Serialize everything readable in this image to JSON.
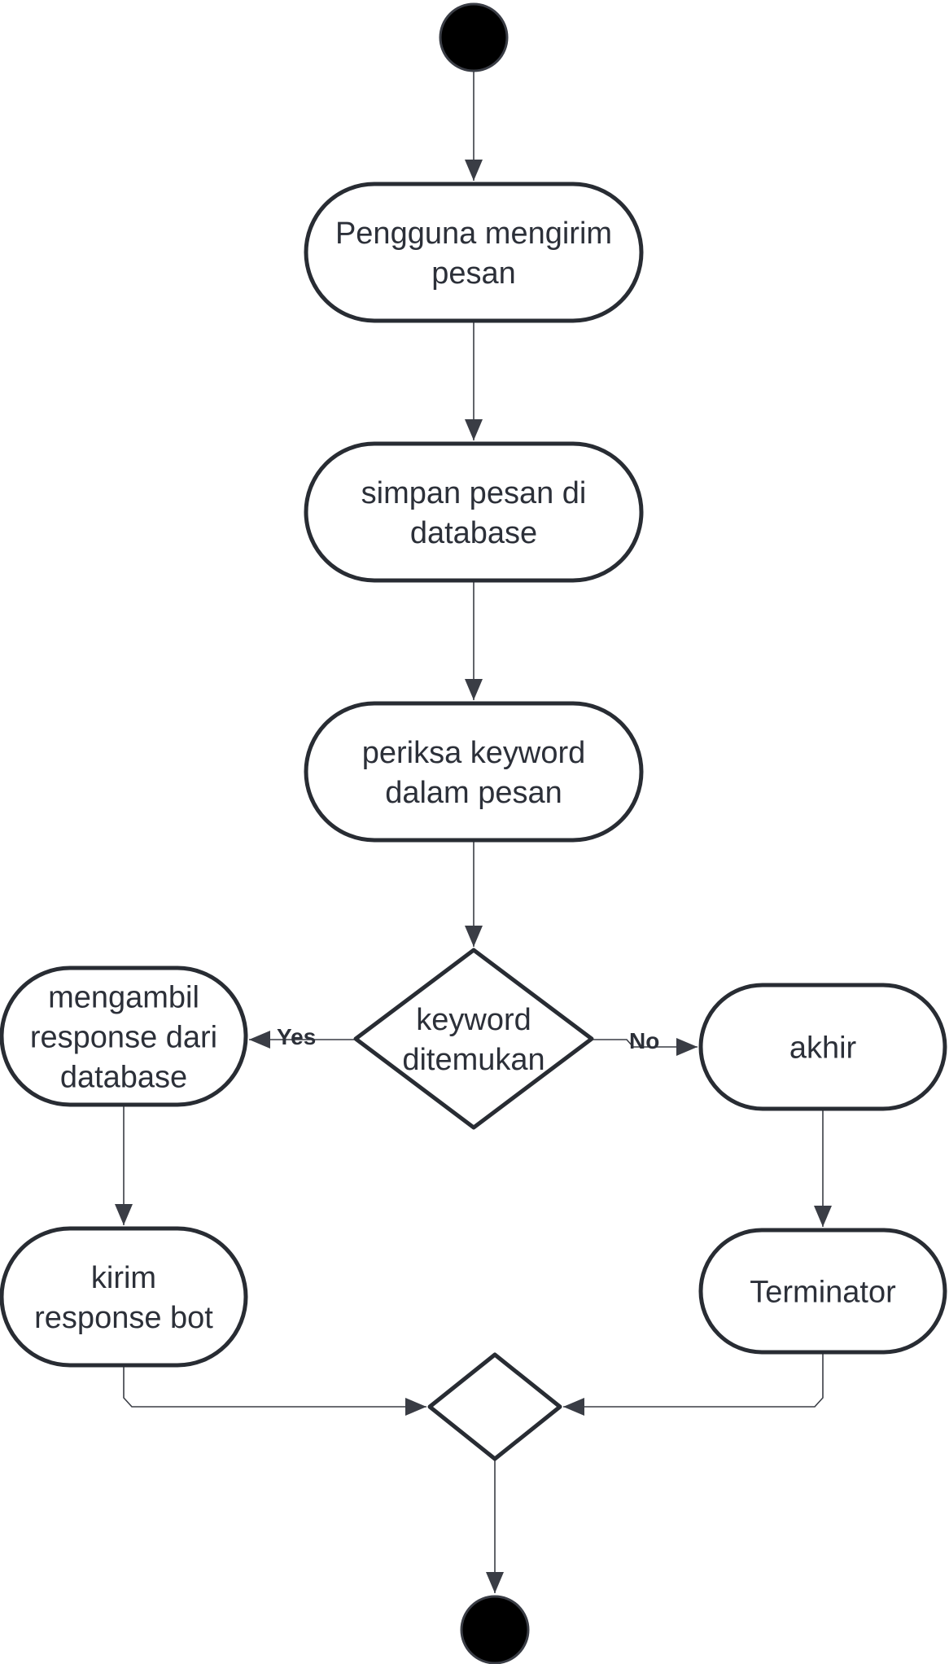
{
  "diagram": {
    "type": "UML activity diagram",
    "nodes": [
      {
        "id": "start",
        "kind": "initial"
      },
      {
        "id": "send",
        "kind": "activity",
        "lines": [
          "Pengguna mengirim",
          "pesan"
        ]
      },
      {
        "id": "store",
        "kind": "activity",
        "lines": [
          "simpan pesan di",
          "database"
        ]
      },
      {
        "id": "check",
        "kind": "activity",
        "lines": [
          "periksa keyword",
          "dalam pesan"
        ]
      },
      {
        "id": "found",
        "kind": "decision",
        "lines": [
          "keyword",
          "ditemukan"
        ]
      },
      {
        "id": "fetch",
        "kind": "activity",
        "lines": [
          "mengambil",
          "response dari",
          "database"
        ]
      },
      {
        "id": "reply",
        "kind": "activity",
        "lines": [
          "kirim",
          "response bot"
        ]
      },
      {
        "id": "akhir",
        "kind": "activity",
        "lines": [
          "akhir"
        ]
      },
      {
        "id": "term",
        "kind": "activity",
        "lines": [
          "Terminator"
        ]
      },
      {
        "id": "merge",
        "kind": "merge"
      },
      {
        "id": "end",
        "kind": "final"
      }
    ],
    "edges": [
      {
        "from": "start",
        "to": "send"
      },
      {
        "from": "send",
        "to": "store"
      },
      {
        "from": "store",
        "to": "check"
      },
      {
        "from": "check",
        "to": "found"
      },
      {
        "from": "found",
        "to": "fetch",
        "label": "Yes"
      },
      {
        "from": "found",
        "to": "akhir",
        "label": "No"
      },
      {
        "from": "fetch",
        "to": "reply"
      },
      {
        "from": "akhir",
        "to": "term"
      },
      {
        "from": "reply",
        "to": "merge"
      },
      {
        "from": "term",
        "to": "merge"
      },
      {
        "from": "merge",
        "to": "end"
      }
    ]
  },
  "colors": {
    "stroke": "#282c33",
    "text": "#2c3039",
    "fill": "#ffffff",
    "dot": "#000000"
  }
}
